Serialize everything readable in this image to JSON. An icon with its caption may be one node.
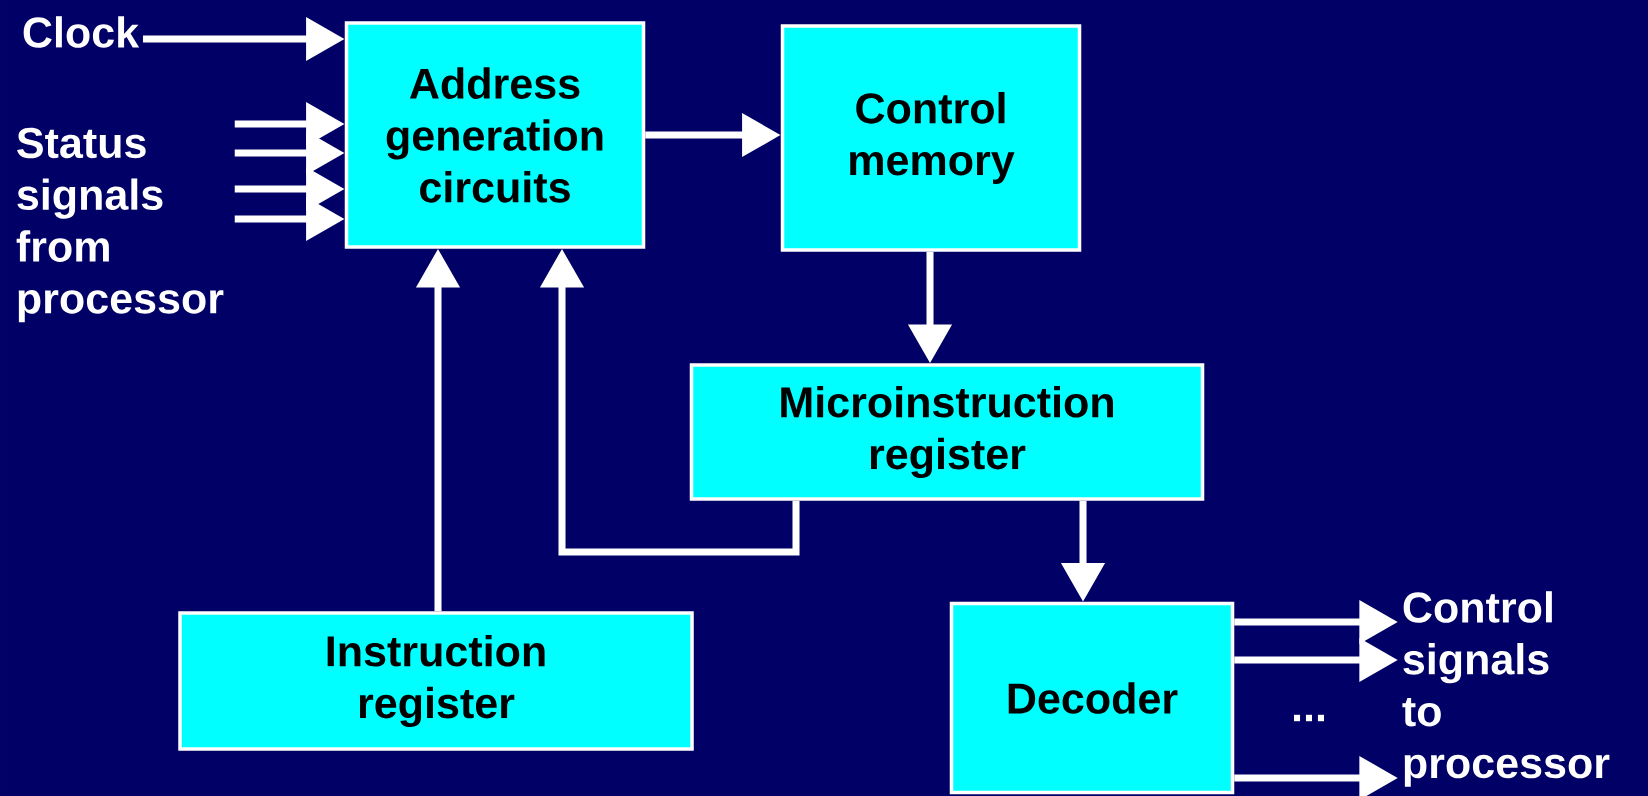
{
  "diagram": {
    "nodes": [
      {
        "text": [
          "Clock"
        ]
      },
      {
        "text": [
          "Status signals from processor"
        ]
      },
      {
        "text": [
          "Address generation circuits"
        ]
      },
      {
        "text": [
          "Control memory"
        ]
      },
      {
        "text": [
          "Microinstruction register"
        ]
      },
      {
        "text": [
          "Instruction register"
        ]
      },
      {
        "text": [
          "Decoder"
        ]
      },
      {
        "text": [
          "Control signals to processor"
        ]
      }
    ],
    "edges": [
      {
        "from": 0,
        "to": 2,
        "arrow": "to"
      },
      {
        "from": 1,
        "to": 2,
        "arrow": "to"
      },
      {
        "from": 1,
        "to": 2,
        "arrow": "to"
      },
      {
        "from": 1,
        "to": 2,
        "arrow": "to"
      },
      {
        "from": 1,
        "to": 2,
        "arrow": "to"
      },
      {
        "from": 2,
        "to": 3,
        "arrow": "to"
      },
      {
        "from": 3,
        "to": 4,
        "arrow": "to"
      },
      {
        "from": 4,
        "to": 2,
        "arrow": "to"
      },
      {
        "from": 5,
        "to": 2,
        "arrow": "to"
      },
      {
        "from": 4,
        "to": 6,
        "arrow": "to"
      },
      {
        "from": 6,
        "to": 7,
        "arrow": "to"
      },
      {
        "from": 6,
        "to": 7,
        "arrow": "to"
      },
      {
        "from": 6,
        "to": 7,
        "arrow": "to"
      }
    ],
    "labels": [
      "..."
    ]
  }
}
